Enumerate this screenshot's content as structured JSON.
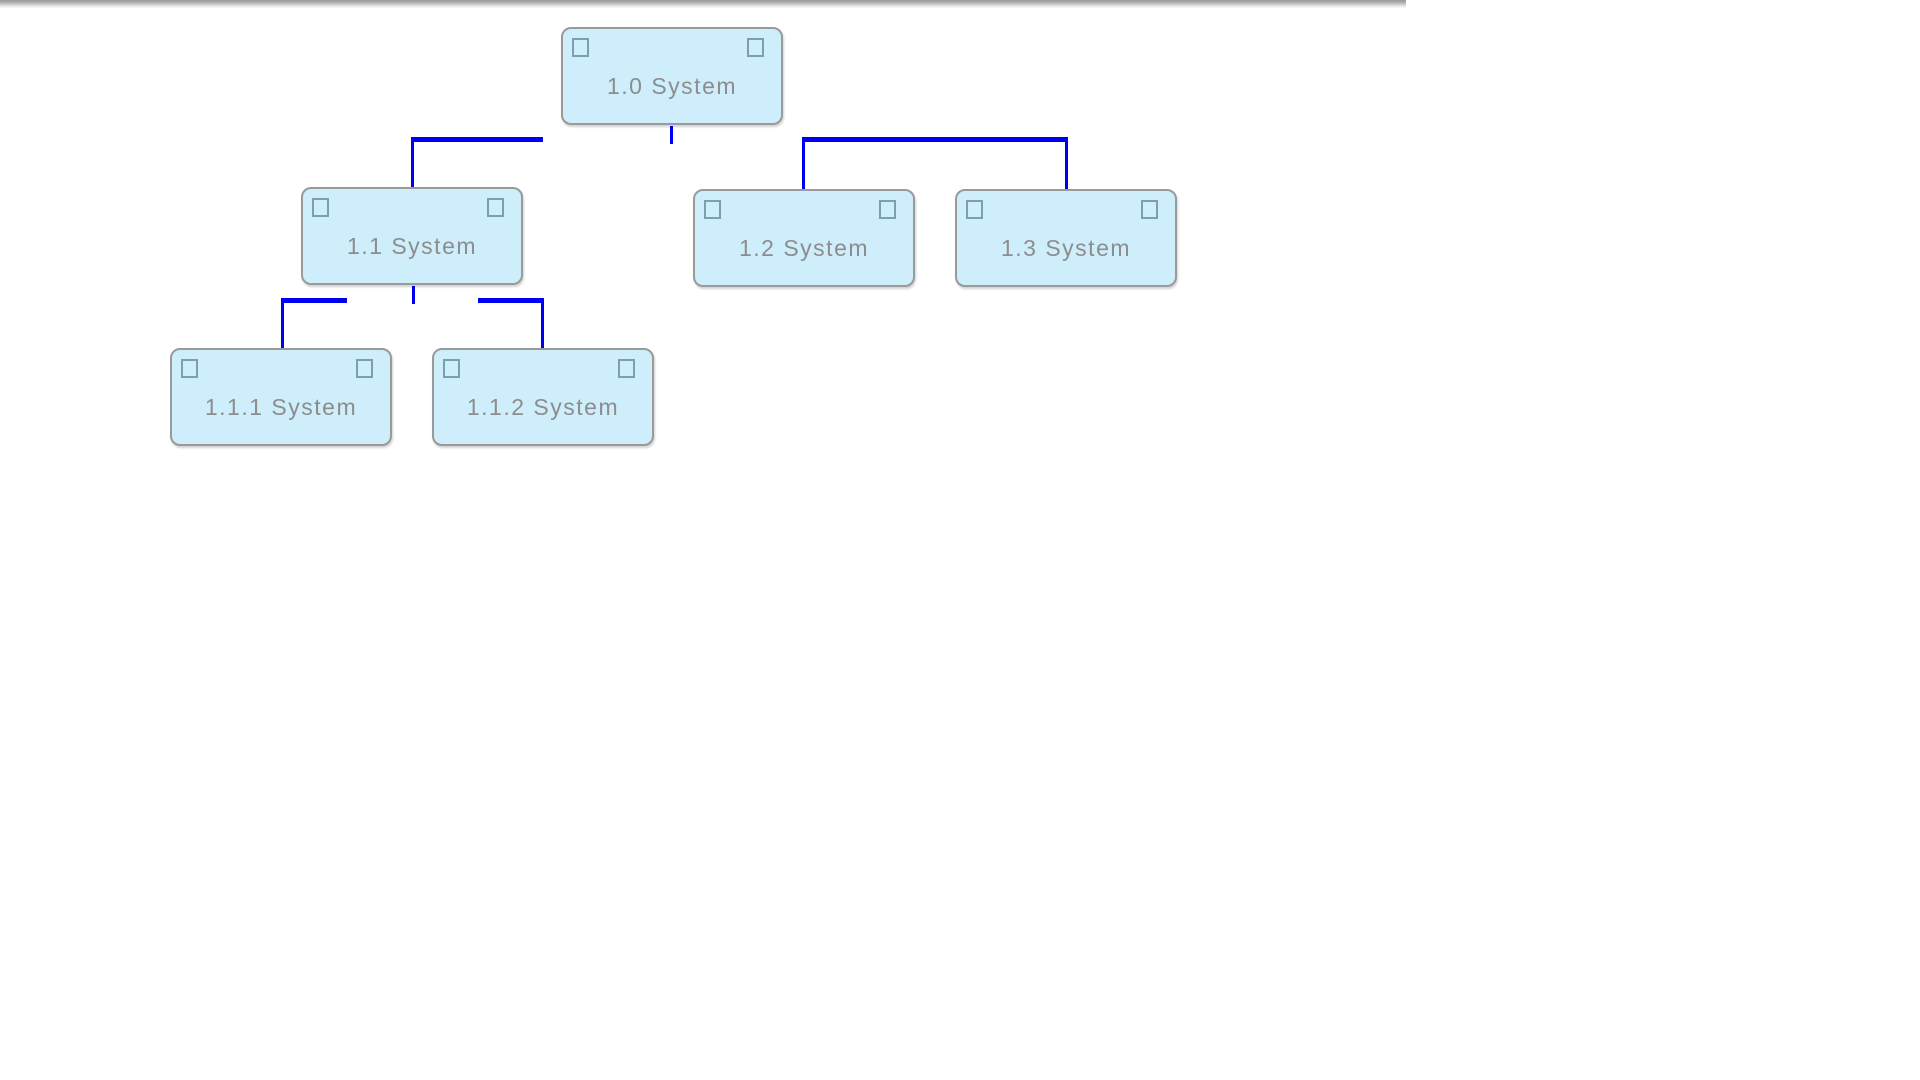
{
  "page": {
    "background": "#ffffff",
    "top_divider_color": "#989898"
  },
  "chart": {
    "type": "wbs-org-chart",
    "nodes": [
      {
        "id": "1.0",
        "label": "1.0 System",
        "parent": null,
        "children": [
          "1.1",
          "1.2",
          "1.3"
        ]
      },
      {
        "id": "1.1",
        "label": "1.1 System",
        "parent": "1.0",
        "children": [
          "1.1.1",
          "1.1.2"
        ]
      },
      {
        "id": "1.2",
        "label": "1.2 System",
        "parent": "1.0",
        "children": []
      },
      {
        "id": "1.3",
        "label": "1.3 System",
        "parent": "1.0",
        "children": []
      },
      {
        "id": "1.1.1",
        "label": "1.1.1 System",
        "parent": "1.1",
        "children": []
      },
      {
        "id": "1.1.2",
        "label": "1.1.2 System",
        "parent": "1.1",
        "children": []
      }
    ],
    "colors": {
      "node_fill": "#cdeefa",
      "node_border": "#9a9a9a",
      "connector": "#0000f0",
      "label_text": "#8d8d8d",
      "corner_square_border": "#7c9fb0"
    }
  }
}
